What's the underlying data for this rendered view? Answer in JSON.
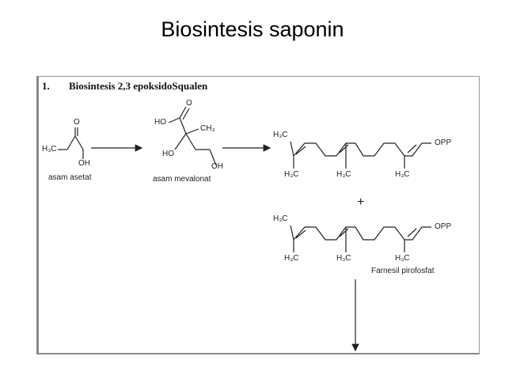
{
  "slide": {
    "title": "Biosintesis saponin"
  },
  "figure": {
    "heading_number": "1.",
    "heading_text": "Biosintesis 2,3 epoksidoSqualen",
    "acetate": {
      "h3c": "H₃C",
      "o": "O",
      "oh": "OH",
      "name": "asam asetat"
    },
    "mevalonate": {
      "ho_top": "HO",
      "o": "O",
      "ch3": "CH₃",
      "ho_mid": "HO",
      "oh": "OH",
      "name": "asam mevalonat"
    },
    "chain1": {
      "h3c_top": "H₃C",
      "h3c_a": "H₃C",
      "h3c_b": "H₃C",
      "h3c_c": "H₃C",
      "opp": "OPP"
    },
    "plus": "+",
    "chain2": {
      "h3c_top": "H₃C",
      "h3c_a": "H₃C",
      "h3c_b": "H₃C",
      "h3c_c": "H₃C",
      "opp": "OPP",
      "name": "Farnesil pirofosfat"
    }
  }
}
